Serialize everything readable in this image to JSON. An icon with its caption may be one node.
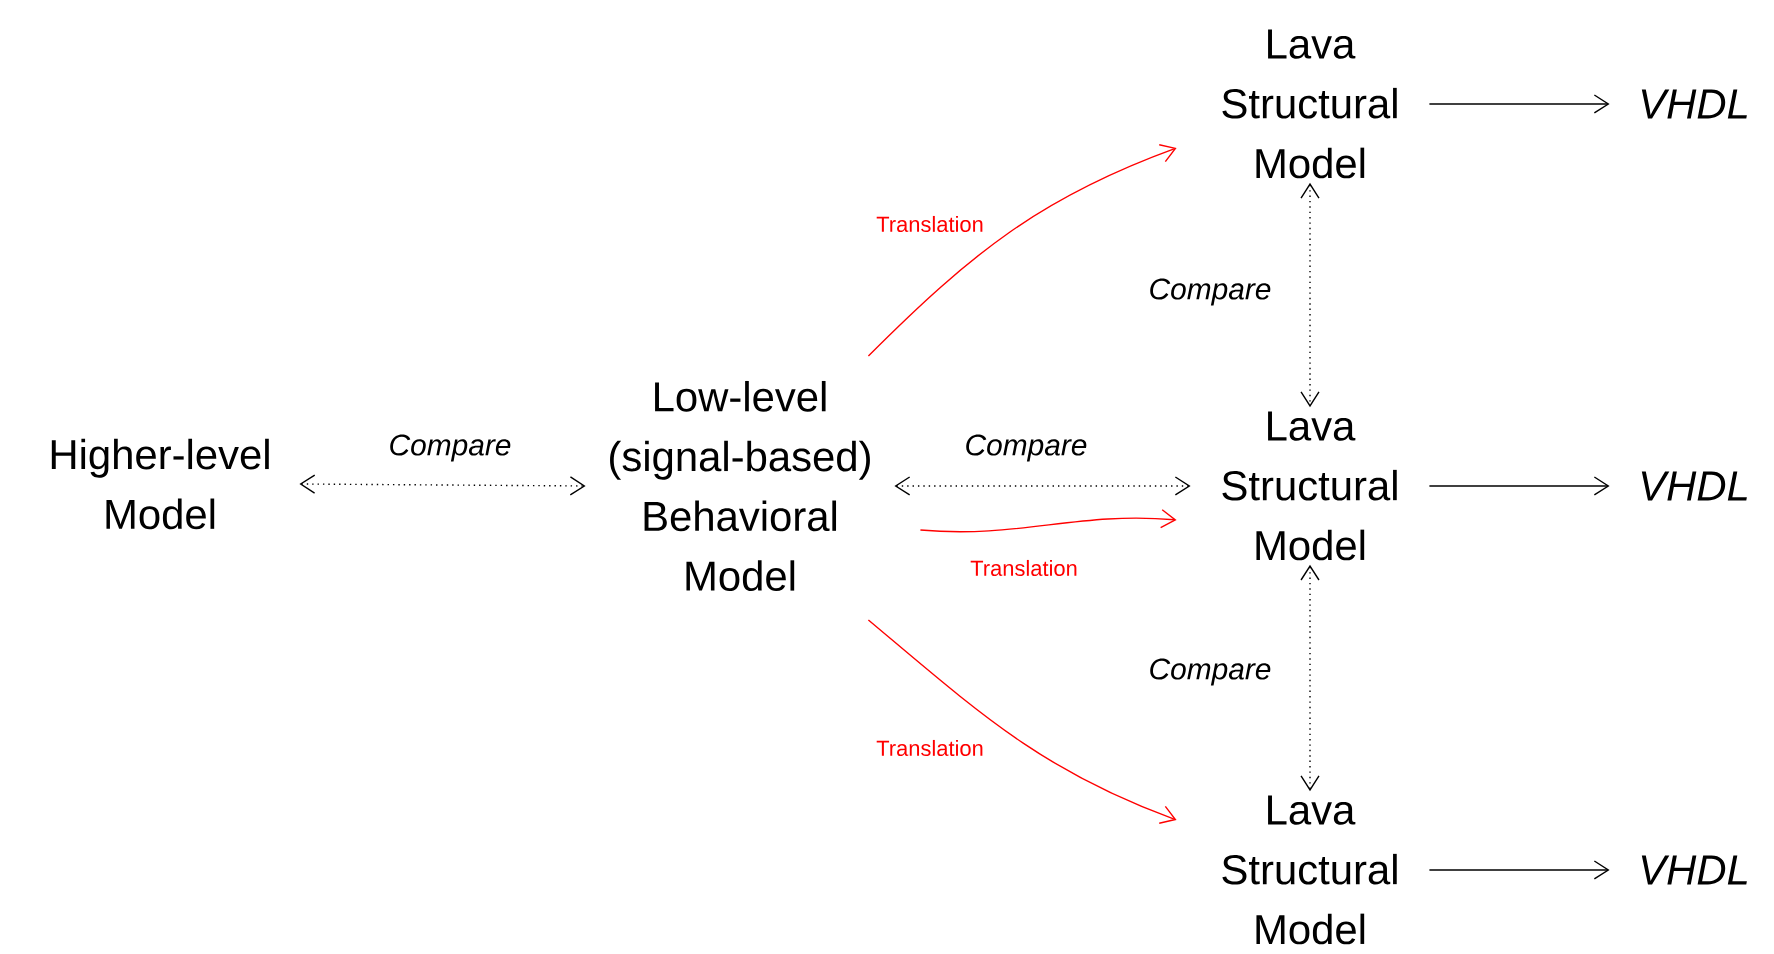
{
  "diagram": {
    "nodes": [
      {
        "text": [
          "Higher-level Model"
        ]
      },
      {
        "text": [
          "Low-level (signal-based) Behavioral Model"
        ]
      },
      {
        "text": [
          "Lava Structural Model"
        ]
      },
      {
        "text": [
          "VHDL"
        ]
      },
      {
        "text": [
          "Lava Structural Model"
        ]
      },
      {
        "text": [
          "VHDL"
        ]
      },
      {
        "text": [
          "Lava Structural Model"
        ]
      },
      {
        "text": [
          "VHDL"
        ]
      }
    ],
    "edges": [
      {
        "from": 0,
        "to": 1,
        "arrow": "both",
        "style": "dashed",
        "label": "Compare"
      },
      {
        "from": 1,
        "to": 2,
        "arrow": "to",
        "color": "#ff0000",
        "label": "Translation"
      },
      {
        "from": 1,
        "to": 4,
        "arrow": "both",
        "style": "dashed",
        "label": "Compare"
      },
      {
        "from": 1,
        "to": 4,
        "arrow": "to",
        "color": "#ff0000",
        "label": "Translation"
      },
      {
        "from": 1,
        "to": 6,
        "arrow": "to",
        "color": "#ff0000",
        "label": "Translation"
      },
      {
        "from": 2,
        "to": 4,
        "arrow": "both",
        "style": "dashed",
        "label": "Compare"
      },
      {
        "from": 4,
        "to": 6,
        "arrow": "both",
        "style": "dashed",
        "label": "Compare"
      },
      {
        "from": 2,
        "to": 3,
        "arrow": "to"
      },
      {
        "from": 4,
        "to": 5,
        "arrow": "to"
      },
      {
        "from": 6,
        "to": 7,
        "arrow": "to"
      }
    ]
  }
}
